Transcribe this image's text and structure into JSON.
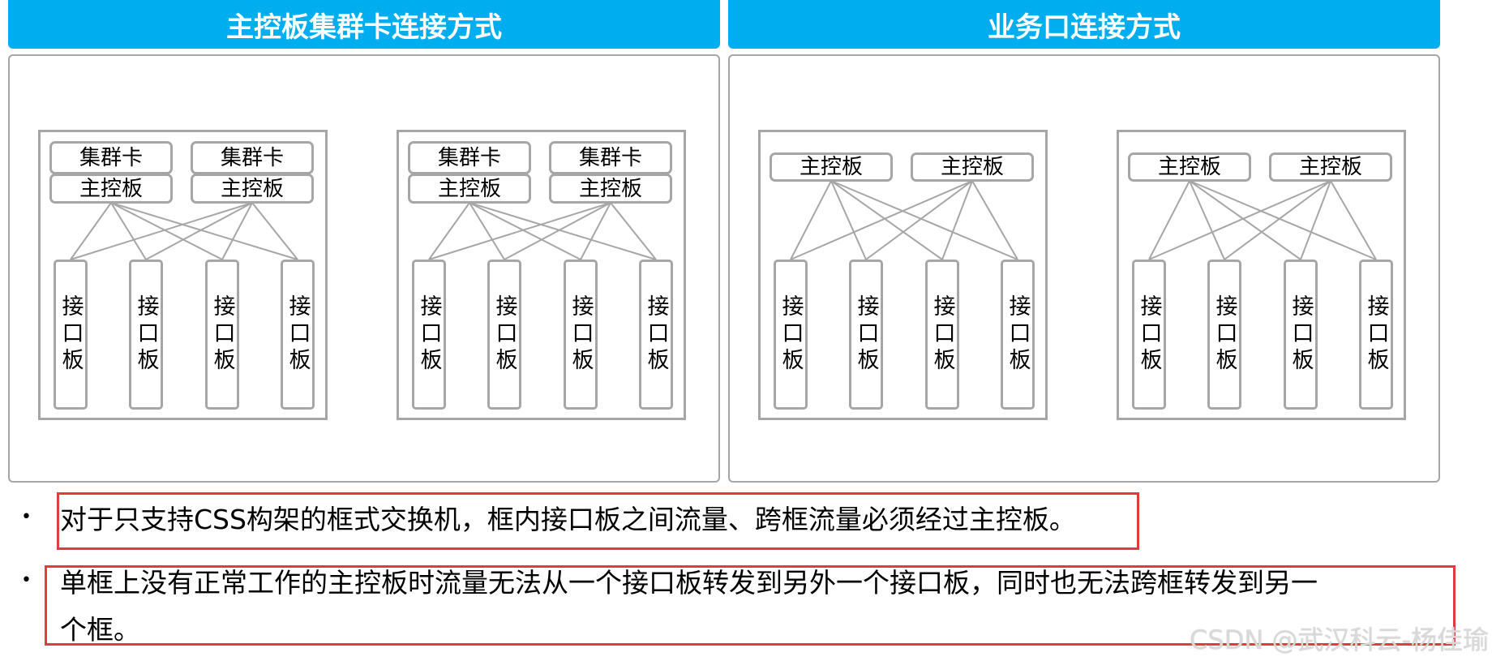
{
  "sections": [
    {
      "title": "主控板集群卡连接方式",
      "chassis": [
        {
          "top_cards": [
            {
              "labels": [
                "集群卡",
                "主控板"
              ]
            },
            {
              "labels": [
                "集群卡",
                "主控板"
              ]
            }
          ],
          "line_cards": [
            "接口板",
            "接口板",
            "接口板",
            "接口板"
          ]
        },
        {
          "top_cards": [
            {
              "labels": [
                "集群卡",
                "主控板"
              ]
            },
            {
              "labels": [
                "集群卡",
                "主控板"
              ]
            }
          ],
          "line_cards": [
            "接口板",
            "接口板",
            "接口板",
            "接口板"
          ]
        }
      ]
    },
    {
      "title": "业务口连接方式",
      "chassis": [
        {
          "top_cards": [
            {
              "labels": [
                "主控板"
              ]
            },
            {
              "labels": [
                "主控板"
              ]
            }
          ],
          "line_cards": [
            "接口板",
            "接口板",
            "接口板",
            "接口板"
          ]
        },
        {
          "top_cards": [
            {
              "labels": [
                "主控板"
              ]
            },
            {
              "labels": [
                "主控板"
              ]
            }
          ],
          "line_cards": [
            "接口板",
            "接口板",
            "接口板",
            "接口板"
          ]
        }
      ]
    }
  ],
  "notes": [
    {
      "bullet": "•",
      "lines": [
        "对于只支持CSS构架的框式交换机，框内接口板之间流量、跨框流量必须经过主控板。"
      ]
    },
    {
      "bullet": "•",
      "lines": [
        "单框上没有正常工作的主控板时流量无法从一个接口板转发到另外一个接口板，同时也无法跨框转发到另一",
        "个框。"
      ]
    }
  ],
  "watermark": "CSDN @武汉科云-杨佳瑜",
  "colors": {
    "header": "#00aeef",
    "border": "#a6a6a6",
    "highlight": "#e03c3c",
    "link": "#a6a6a6"
  }
}
